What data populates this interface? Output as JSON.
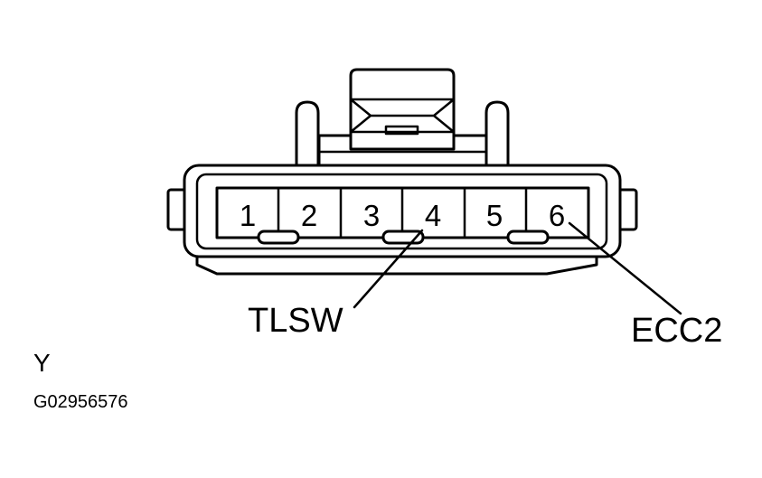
{
  "connector": {
    "pins": [
      "1",
      "2",
      "3",
      "4",
      "5",
      "6"
    ],
    "callouts": [
      {
        "label": "TLSW",
        "pin": "4"
      },
      {
        "label": "ECC2",
        "pin": "6"
      }
    ],
    "wire_color": "Y",
    "figure_code": "G02956576"
  }
}
